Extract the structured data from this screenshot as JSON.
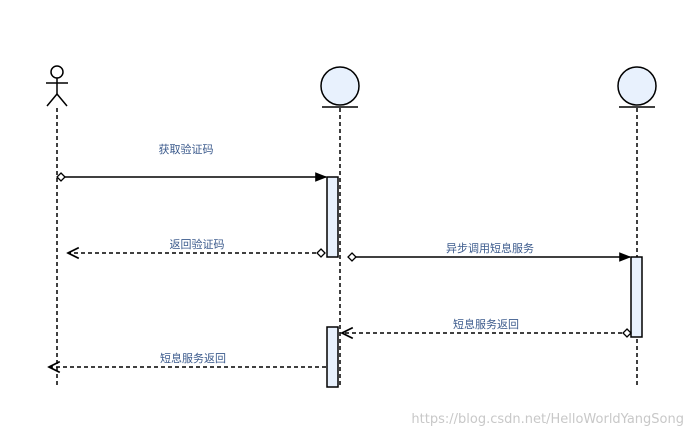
{
  "messages": [
    {
      "label": "获取验证码"
    },
    {
      "label": "返回验证码"
    },
    {
      "label": "异步调用短息服务"
    },
    {
      "label": "短息服务返回"
    },
    {
      "label": "短息服务返回"
    }
  ],
  "watermark": "https://blog.csdn.net/HelloWorldYangSong",
  "colors": {
    "stroke": "#000000",
    "label": "#3b5a8c",
    "entity_fill": "#e8f1fd",
    "activation_fill": "#e8f1fd",
    "watermark": "#c8c8c8"
  }
}
